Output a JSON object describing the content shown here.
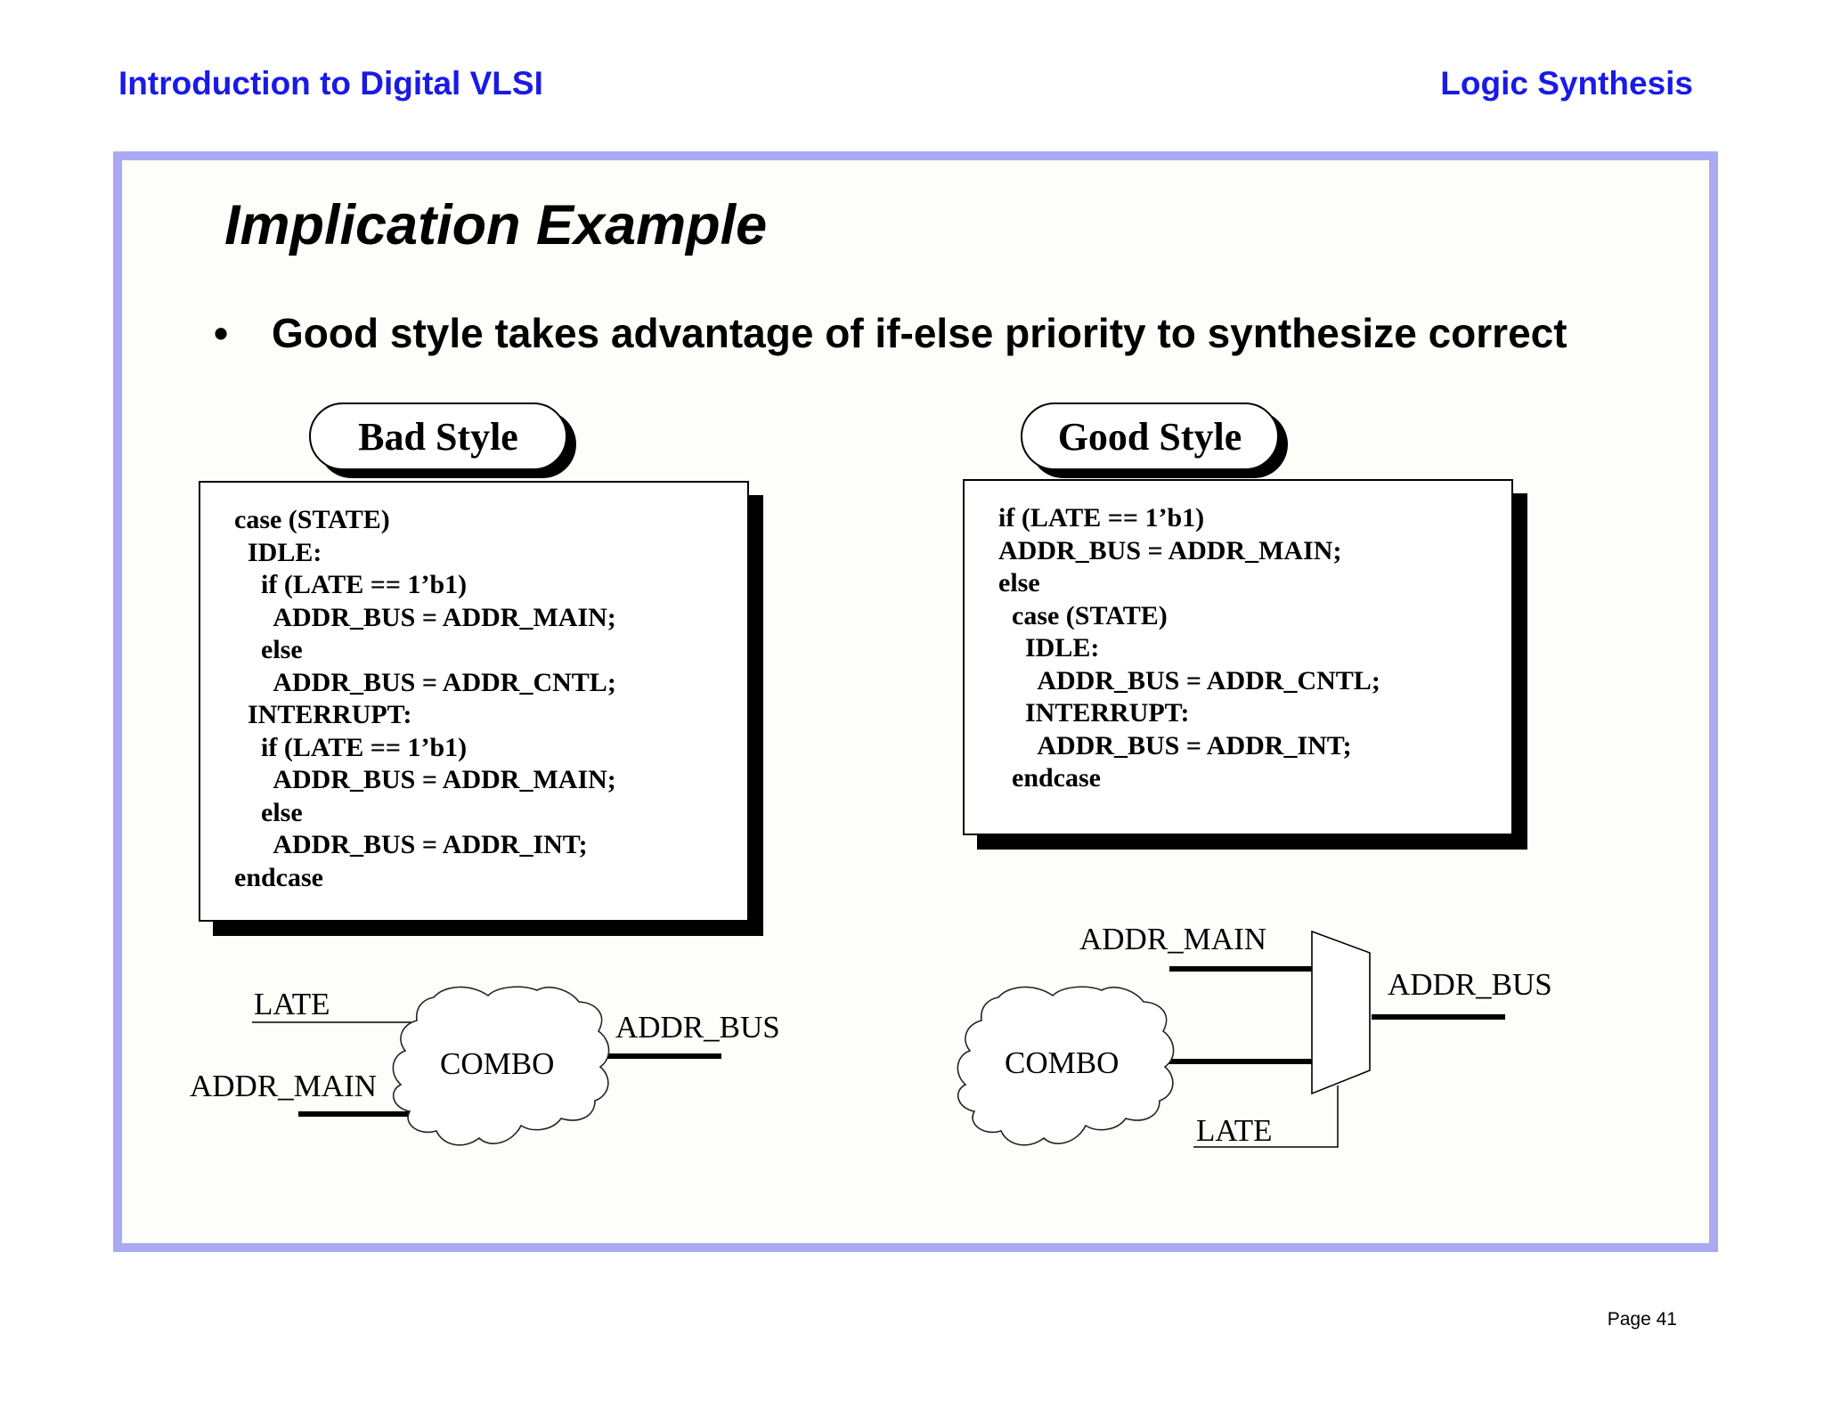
{
  "header": {
    "left": "Introduction to Digital VLSI",
    "right": "Logic Synthesis"
  },
  "slide": {
    "title": "Implication Example",
    "bullet": "Good style takes advantage of if-else priority to synthesize correct"
  },
  "bad": {
    "label": "Bad Style",
    "code": "case (STATE)\n  IDLE:\n    if (LATE == 1’b1)\n      ADDR_BUS = ADDR_MAIN;\n    else\n      ADDR_BUS = ADDR_CNTL;\n  INTERRUPT:\n    if (LATE == 1’b1)\n      ADDR_BUS = ADDR_MAIN;\n    else\n      ADDR_BUS = ADDR_INT;\nendcase",
    "diagram": {
      "late": "LATE",
      "addr_main": "ADDR_MAIN",
      "combo": "COMBO",
      "addr_bus": "ADDR_BUS"
    }
  },
  "good": {
    "label": "Good Style",
    "code": "if (LATE == 1’b1)\nADDR_BUS = ADDR_MAIN;\nelse\n  case (STATE)\n    IDLE:\n      ADDR_BUS = ADDR_CNTL;\n    INTERRUPT:\n      ADDR_BUS = ADDR_INT;\n  endcase",
    "diagram": {
      "addr_main": "ADDR_MAIN",
      "combo": "COMBO",
      "addr_bus": "ADDR_BUS",
      "late": "LATE"
    }
  },
  "footer": {
    "page": "Page 41"
  }
}
